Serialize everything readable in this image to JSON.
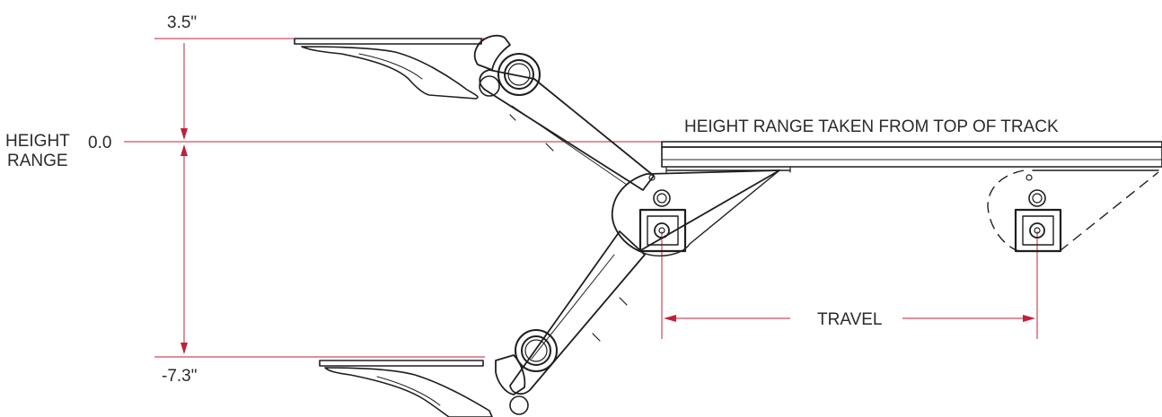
{
  "labels": {
    "top_value": "3.5\"",
    "height_range_line1": "HEIGHT",
    "height_range_line2": "RANGE",
    "zero_value": "0.0",
    "bottom_value": "-7.3\"",
    "track_note": "HEIGHT RANGE TAKEN FROM TOP OF TRACK",
    "travel": "TRAVEL"
  },
  "colors": {
    "dimension": "#c0203a",
    "ink": "#1f1f1f",
    "text": "#2b2b2b"
  }
}
